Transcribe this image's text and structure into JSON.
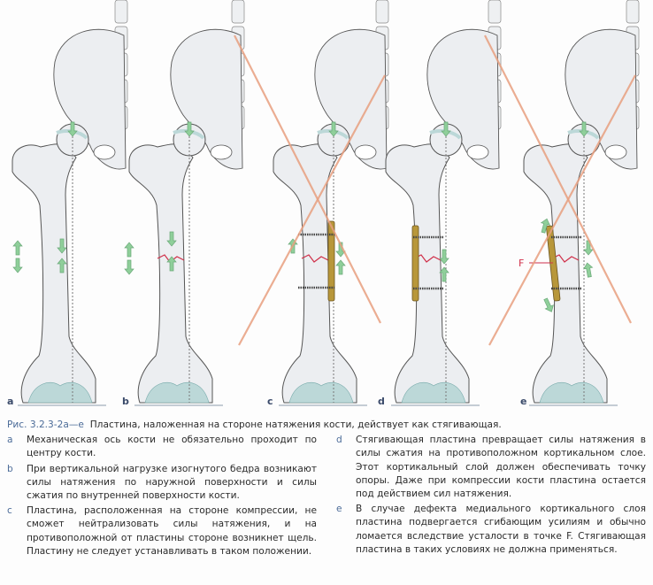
{
  "figure": {
    "panels": [
      {
        "id": "a",
        "label": "a",
        "cross": false,
        "plate": "none",
        "fracture": false
      },
      {
        "id": "b",
        "label": "b",
        "cross": false,
        "plate": "none",
        "fracture": true
      },
      {
        "id": "c",
        "label": "c",
        "cross": true,
        "plate": "medial",
        "fracture": true
      },
      {
        "id": "d",
        "label": "d",
        "cross": false,
        "plate": "lateral",
        "fracture": true
      },
      {
        "id": "e",
        "label": "e",
        "cross": true,
        "plate": "lateral-defect",
        "fracture": true,
        "point_label": "F"
      }
    ],
    "colors": {
      "bone": "#eceef1",
      "outline": "#555",
      "arrow": "#8fcf9a",
      "cross": "#e8a080",
      "plate": "#b8973a",
      "fracture": "#d0304a",
      "cartilage": "#bcd8d8"
    }
  },
  "caption": {
    "number": "Рис. 3.2.3-2a—e",
    "title": "Пластина, наложенная на стороне натяжения кости, действует как стягивающая.",
    "items": [
      {
        "letter": "a",
        "text": "Механическая ось кости не обязательно проходит по центру кости."
      },
      {
        "letter": "b",
        "text": "При вертикальной нагрузке изогнутого бедра возникают силы натяжения по наружной поверхности и силы сжатия по внутренней поверхности кости."
      },
      {
        "letter": "c",
        "text": "Пластина, расположенная на стороне компрессии, не сможет нейтрализовать силы натяжения, и на противоположной от пластины стороне возникнет щель. Пластину не следует устанавливать в таком положении."
      },
      {
        "letter": "d",
        "text": "Стягивающая пластина превращает силы натяжения в силы сжатия на противоположном кортикальном слое. Этот кортикальный слой должен обеспечивать точку опоры. Даже при компрессии кости пластина остается под действием сил натяжения."
      },
      {
        "letter": "e",
        "text": "В случае дефекта медиального кортикального слоя пластина подвергается сгибающим усилиям и обычно ломается вследствие усталости в точке F. Стягивающая пластина в таких условиях не должна применяться."
      }
    ]
  }
}
